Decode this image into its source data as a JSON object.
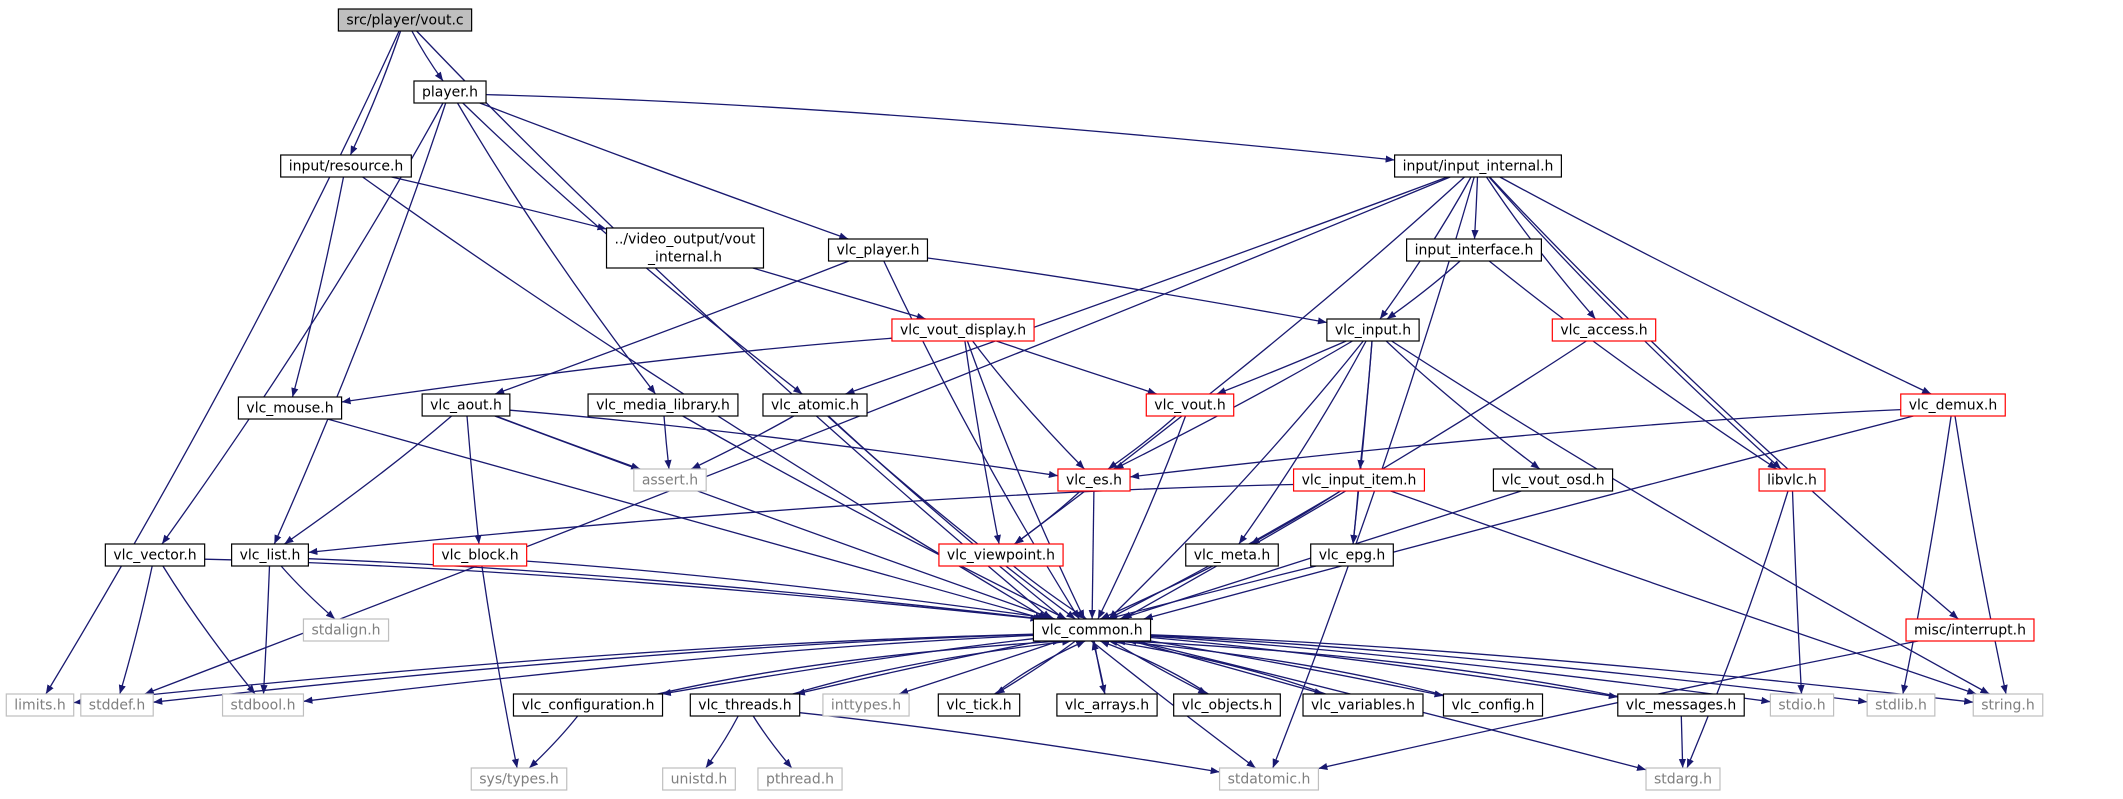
{
  "graph": {
    "colors": {
      "edge": "#191970",
      "root_fill": "#bfbfbf",
      "std_border": "#bfbfbf",
      "std_text": "#7f7f7f",
      "border_normal": "#000000",
      "border_incomplete": "#ff0000",
      "text": "#000000"
    },
    "nodes": [
      {
        "id": "vout_c",
        "label": "src/player/vout.c",
        "style": "root"
      },
      {
        "id": "player_h",
        "label": "player.h",
        "style": "normal"
      },
      {
        "id": "limits_h",
        "label": "limits.h",
        "style": "std"
      },
      {
        "id": "input_resource_h",
        "label": "input/resource.h",
        "style": "normal"
      },
      {
        "id": "vlc_common_h",
        "label": "vlc_common.h",
        "style": "normal"
      },
      {
        "id": "input_internal_h",
        "label": "input/input_internal.h",
        "style": "normal"
      },
      {
        "id": "vlc_player_h",
        "label": "vlc_player.h",
        "style": "normal"
      },
      {
        "id": "vlc_vector_h",
        "label": "vlc_vector.h",
        "style": "normal"
      },
      {
        "id": "vlc_list_h",
        "label": "vlc_list.h",
        "style": "normal"
      },
      {
        "id": "vlc_media_library_h",
        "label": "vlc_media_library.h",
        "style": "normal"
      },
      {
        "id": "vlc_atomic_h",
        "label": "vlc_atomic.h",
        "style": "normal"
      },
      {
        "id": "vout_internal_h",
        "label": "../video_output/vout_internal.h",
        "lines": [
          "../video_output/vout",
          "_internal.h"
        ],
        "style": "normal"
      },
      {
        "id": "vlc_mouse_h",
        "label": "vlc_mouse.h",
        "style": "normal"
      },
      {
        "id": "vlc_vout_display_h",
        "label": "vlc_vout_display.h",
        "style": "incomplete"
      },
      {
        "id": "input_interface_h",
        "label": "input_interface.h",
        "style": "normal"
      },
      {
        "id": "vlc_input_h",
        "label": "vlc_input.h",
        "style": "normal"
      },
      {
        "id": "vlc_access_h",
        "label": "vlc_access.h",
        "style": "incomplete"
      },
      {
        "id": "vlc_aout_h",
        "label": "vlc_aout.h",
        "style": "normal"
      },
      {
        "id": "vlc_vout_h",
        "label": "vlc_vout.h",
        "style": "incomplete"
      },
      {
        "id": "vlc_demux_h",
        "label": "vlc_demux.h",
        "style": "incomplete"
      },
      {
        "id": "assert_h",
        "label": "assert.h",
        "style": "std"
      },
      {
        "id": "vlc_es_h",
        "label": "vlc_es.h",
        "style": "incomplete"
      },
      {
        "id": "vlc_input_item_h",
        "label": "vlc_input_item.h",
        "style": "incomplete"
      },
      {
        "id": "vlc_vout_osd_h",
        "label": "vlc_vout_osd.h",
        "style": "normal"
      },
      {
        "id": "libvlc_h",
        "label": "libvlc.h",
        "style": "incomplete"
      },
      {
        "id": "vlc_block_h",
        "label": "vlc_block.h",
        "style": "incomplete"
      },
      {
        "id": "vlc_viewpoint_h",
        "label": "vlc_viewpoint.h",
        "style": "incomplete"
      },
      {
        "id": "vlc_meta_h",
        "label": "vlc_meta.h",
        "style": "normal"
      },
      {
        "id": "vlc_epg_h",
        "label": "vlc_epg.h",
        "style": "normal"
      },
      {
        "id": "stdalign_h",
        "label": "stdalign.h",
        "style": "std"
      },
      {
        "id": "misc_interrupt_h",
        "label": "misc/interrupt.h",
        "style": "incomplete"
      },
      {
        "id": "stddef_h",
        "label": "stddef.h",
        "style": "std"
      },
      {
        "id": "stdbool_h",
        "label": "stdbool.h",
        "style": "std"
      },
      {
        "id": "vlc_configuration_h",
        "label": "vlc_configuration.h",
        "style": "normal"
      },
      {
        "id": "vlc_threads_h",
        "label": "vlc_threads.h",
        "style": "normal"
      },
      {
        "id": "inttypes_h",
        "label": "inttypes.h",
        "style": "std"
      },
      {
        "id": "vlc_tick_h",
        "label": "vlc_tick.h",
        "style": "normal"
      },
      {
        "id": "vlc_arrays_h",
        "label": "vlc_arrays.h",
        "style": "normal"
      },
      {
        "id": "vlc_objects_h",
        "label": "vlc_objects.h",
        "style": "normal"
      },
      {
        "id": "vlc_variables_h",
        "label": "vlc_variables.h",
        "style": "normal"
      },
      {
        "id": "vlc_config_h",
        "label": "vlc_config.h",
        "style": "normal"
      },
      {
        "id": "vlc_messages_h",
        "label": "vlc_messages.h",
        "style": "normal"
      },
      {
        "id": "stdio_h",
        "label": "stdio.h",
        "style": "std"
      },
      {
        "id": "stdlib_h",
        "label": "stdlib.h",
        "style": "std"
      },
      {
        "id": "string_h",
        "label": "string.h",
        "style": "std"
      },
      {
        "id": "sys_types_h",
        "label": "sys/types.h",
        "style": "std"
      },
      {
        "id": "unistd_h",
        "label": "unistd.h",
        "style": "std"
      },
      {
        "id": "pthread_h",
        "label": "pthread.h",
        "style": "std"
      },
      {
        "id": "stdatomic_h",
        "label": "stdatomic.h",
        "style": "std"
      },
      {
        "id": "stdarg_h",
        "label": "stdarg.h",
        "style": "std"
      }
    ],
    "edges": [
      [
        "vout_c",
        "player_h"
      ],
      [
        "vout_c",
        "limits_h"
      ],
      [
        "vout_c",
        "input_resource_h"
      ],
      [
        "vout_c",
        "vlc_common_h"
      ],
      [
        "player_h",
        "input_internal_h"
      ],
      [
        "player_h",
        "vlc_player_h"
      ],
      [
        "player_h",
        "vlc_vector_h"
      ],
      [
        "player_h",
        "vlc_list_h"
      ],
      [
        "player_h",
        "vlc_media_library_h"
      ],
      [
        "player_h",
        "vlc_atomic_h"
      ],
      [
        "input_resource_h",
        "vout_internal_h"
      ],
      [
        "input_resource_h",
        "vlc_mouse_h"
      ],
      [
        "input_resource_h",
        "vlc_common_h"
      ],
      [
        "input_internal_h",
        "stddef_h"
      ],
      [
        "input_internal_h",
        "vlc_atomic_h"
      ],
      [
        "input_internal_h",
        "vlc_viewpoint_h"
      ],
      [
        "input_internal_h",
        "input_interface_h"
      ],
      [
        "input_internal_h",
        "vlc_input_h"
      ],
      [
        "input_internal_h",
        "vlc_access_h"
      ],
      [
        "input_internal_h",
        "libvlc_h"
      ],
      [
        "input_internal_h",
        "vlc_demux_h"
      ],
      [
        "input_internal_h",
        "misc_interrupt_h"
      ],
      [
        "input_internal_h",
        "stdatomic_h"
      ],
      [
        "vout_internal_h",
        "vlc_vout_display_h"
      ],
      [
        "vlc_player_h",
        "vlc_aout_h"
      ],
      [
        "vlc_player_h",
        "vlc_input_h"
      ],
      [
        "vlc_player_h",
        "vlc_common_h"
      ],
      [
        "vlc_vout_display_h",
        "vlc_mouse_h"
      ],
      [
        "vlc_vout_display_h",
        "vlc_vout_h"
      ],
      [
        "vlc_vout_display_h",
        "vlc_es_h"
      ],
      [
        "vlc_vout_display_h",
        "vlc_viewpoint_h"
      ],
      [
        "vlc_vout_display_h",
        "vlc_common_h"
      ],
      [
        "input_interface_h",
        "vlc_input_h"
      ],
      [
        "input_interface_h",
        "libvlc_h"
      ],
      [
        "vlc_input_h",
        "vlc_vout_h"
      ],
      [
        "vlc_input_h",
        "vlc_es_h"
      ],
      [
        "vlc_input_h",
        "vlc_meta_h"
      ],
      [
        "vlc_input_h",
        "vlc_epg_h"
      ],
      [
        "vlc_input_h",
        "vlc_input_item_h"
      ],
      [
        "vlc_input_h",
        "vlc_vout_osd_h"
      ],
      [
        "vlc_input_h",
        "string_h"
      ],
      [
        "vlc_input_h",
        "vlc_common_h"
      ],
      [
        "vlc_access_h",
        "vlc_common_h"
      ],
      [
        "vlc_aout_h",
        "assert_h"
      ],
      [
        "vlc_aout_h",
        "vlc_es_h"
      ],
      [
        "vlc_aout_h",
        "vlc_list_h"
      ],
      [
        "vlc_aout_h",
        "vlc_block_h"
      ],
      [
        "vlc_aout_h",
        "vlc_common_h"
      ],
      [
        "vlc_media_library_h",
        "assert_h"
      ],
      [
        "vlc_media_library_h",
        "vlc_common_h"
      ],
      [
        "vlc_atomic_h",
        "assert_h"
      ],
      [
        "vlc_atomic_h",
        "vlc_common_h"
      ],
      [
        "vlc_atomic_h",
        "stdatomic_h"
      ],
      [
        "vlc_mouse_h",
        "vlc_common_h"
      ],
      [
        "vlc_vout_h",
        "vlc_es_h"
      ],
      [
        "vlc_vout_h",
        "vlc_common_h"
      ],
      [
        "vlc_demux_h",
        "vlc_es_h"
      ],
      [
        "vlc_demux_h",
        "vlc_common_h"
      ],
      [
        "vlc_demux_h",
        "stdlib_h"
      ],
      [
        "vlc_demux_h",
        "string_h"
      ],
      [
        "vlc_es_h",
        "vlc_viewpoint_h"
      ],
      [
        "vlc_es_h",
        "vlc_common_h"
      ],
      [
        "vlc_input_item_h",
        "vlc_list_h"
      ],
      [
        "vlc_input_item_h",
        "vlc_meta_h"
      ],
      [
        "vlc_input_item_h",
        "vlc_epg_h"
      ],
      [
        "vlc_input_item_h",
        "vlc_common_h"
      ],
      [
        "vlc_input_item_h",
        "string_h"
      ],
      [
        "vlc_vout_osd_h",
        "vlc_common_h"
      ],
      [
        "libvlc_h",
        "stdio_h"
      ],
      [
        "libvlc_h",
        "stdarg_h"
      ],
      [
        "vlc_block_h",
        "sys_types_h"
      ],
      [
        "vlc_block_h",
        "vlc_common_h"
      ],
      [
        "vlc_viewpoint_h",
        "vlc_common_h"
      ],
      [
        "vlc_meta_h",
        "vlc_common_h"
      ],
      [
        "vlc_epg_h",
        "vlc_common_h"
      ],
      [
        "vlc_vector_h",
        "stddef_h"
      ],
      [
        "vlc_vector_h",
        "stdbool_h"
      ],
      [
        "vlc_vector_h",
        "vlc_common_h"
      ],
      [
        "vlc_list_h",
        "stdalign_h"
      ],
      [
        "vlc_list_h",
        "stdbool_h"
      ],
      [
        "vlc_list_h",
        "vlc_common_h"
      ],
      [
        "misc_interrupt_h",
        "stdatomic_h"
      ],
      [
        "vlc_common_h",
        "limits_h"
      ],
      [
        "vlc_common_h",
        "stddef_h"
      ],
      [
        "vlc_common_h",
        "stdbool_h"
      ],
      [
        "vlc_common_h",
        "vlc_configuration_h"
      ],
      [
        "vlc_common_h",
        "vlc_threads_h"
      ],
      [
        "vlc_common_h",
        "inttypes_h"
      ],
      [
        "vlc_common_h",
        "vlc_tick_h"
      ],
      [
        "vlc_common_h",
        "vlc_arrays_h"
      ],
      [
        "vlc_common_h",
        "vlc_objects_h"
      ],
      [
        "vlc_common_h",
        "vlc_variables_h"
      ],
      [
        "vlc_common_h",
        "vlc_config_h"
      ],
      [
        "vlc_common_h",
        "vlc_messages_h"
      ],
      [
        "vlc_common_h",
        "stdio_h"
      ],
      [
        "vlc_common_h",
        "stdlib_h"
      ],
      [
        "vlc_common_h",
        "string_h"
      ],
      [
        "vlc_common_h",
        "stdarg_h"
      ],
      [
        "vlc_configuration_h",
        "vlc_common_h"
      ],
      [
        "vlc_configuration_h",
        "sys_types_h"
      ],
      [
        "vlc_threads_h",
        "vlc_common_h"
      ],
      [
        "vlc_threads_h",
        "unistd_h"
      ],
      [
        "vlc_threads_h",
        "pthread_h"
      ],
      [
        "vlc_threads_h",
        "stdatomic_h"
      ],
      [
        "vlc_tick_h",
        "vlc_common_h"
      ],
      [
        "vlc_arrays_h",
        "vlc_common_h"
      ],
      [
        "vlc_objects_h",
        "vlc_common_h"
      ],
      [
        "vlc_variables_h",
        "vlc_common_h"
      ],
      [
        "vlc_config_h",
        "vlc_common_h"
      ],
      [
        "vlc_messages_h",
        "vlc_common_h"
      ],
      [
        "vlc_messages_h",
        "stdarg_h"
      ]
    ]
  }
}
